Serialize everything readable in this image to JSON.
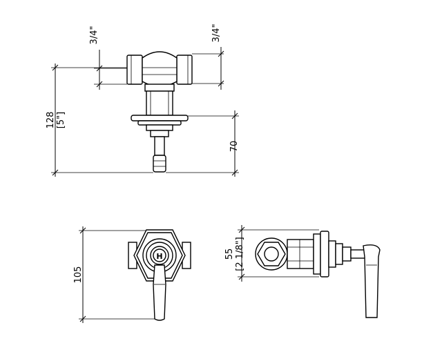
{
  "dimensions": {
    "top_left_thread": "3/4\"",
    "top_right_thread": "3/4\"",
    "height_mm": "128",
    "height_in": "[5\"]",
    "stem_mm": "70",
    "front_height_mm": "105",
    "side_width_mm": "55",
    "side_width_in": "[2 1/8\"]"
  },
  "handle_mark": "H"
}
